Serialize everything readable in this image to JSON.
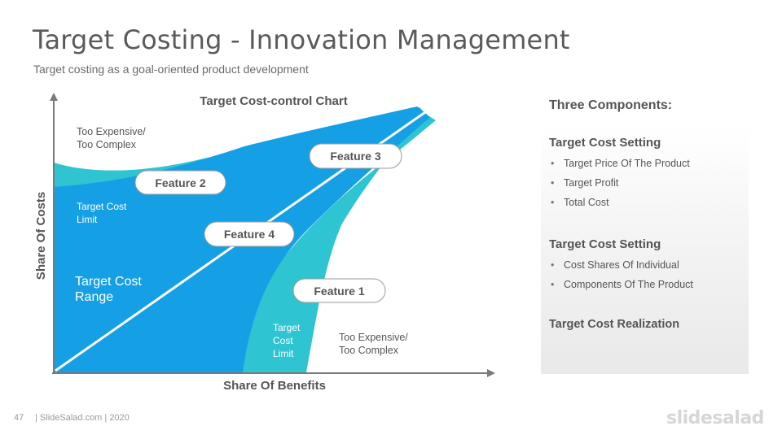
{
  "header": {
    "title": "Target Costing - Innovation Management",
    "subtitle": "Target costing as a goal-oriented product development"
  },
  "diagram": {
    "title": "Target Cost-control Chart",
    "y_axis_label": "Share Of Costs",
    "x_axis_label": "Share Of Benefits",
    "regions": {
      "too_expensive_top": [
        "Too Expensive/",
        "Too Complex"
      ],
      "limit_top": [
        "Target Cost",
        "Limit"
      ],
      "range": [
        "Target Cost",
        "Range"
      ],
      "limit_bottom": [
        "Target",
        "Cost",
        "Limit"
      ],
      "too_expensive_bottom": [
        "Too Expensive/",
        "Too Complex"
      ]
    },
    "features": [
      {
        "label": "Feature 1"
      },
      {
        "label": "Feature 2"
      },
      {
        "label": "Feature 3"
      },
      {
        "label": "Feature 4"
      }
    ],
    "colors": {
      "range": "#15a0e6",
      "limit": "#2ec4d2",
      "axis": "#7a7a7a",
      "pill_border": "#9a9a9a"
    }
  },
  "panel": {
    "heading": "Three Components:",
    "sections": [
      {
        "title": "Target Cost Setting",
        "items": [
          "Target Price Of The Product",
          "Target Profit",
          "Total Cost"
        ]
      },
      {
        "title": "Target Cost Setting",
        "items": [
          "Cost Shares Of Individual",
          "Components  Of The Product"
        ]
      },
      {
        "title": "Target Cost Realization",
        "items": []
      }
    ]
  },
  "footer": {
    "page_number": "47",
    "text": "| SlideSalad.com | 2020",
    "logo": "slidesalad"
  }
}
